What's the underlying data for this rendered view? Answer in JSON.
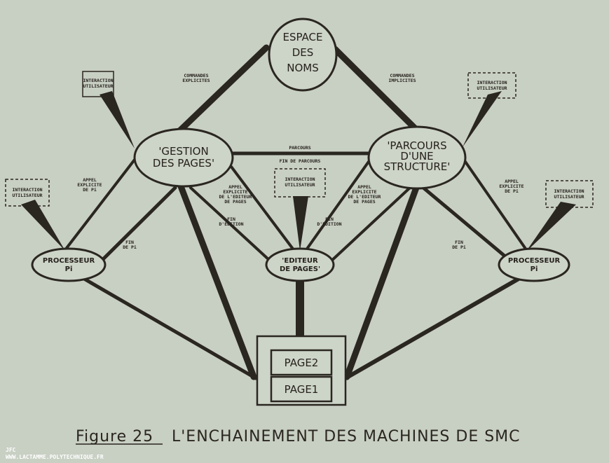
{
  "nodes": {
    "espace": [
      "ESPACE",
      "DES",
      "NOMS"
    ],
    "gestion": [
      "'GESTION",
      "DES PAGES'"
    ],
    "parcours": [
      "'PARCOURS",
      "D'UNE",
      "STRUCTURE'"
    ],
    "processeur_left": [
      "PROCESSEUR",
      "Pi"
    ],
    "editeur": [
      "'EDITEUR",
      "DE PAGES'"
    ],
    "processeur_right": [
      "PROCESSEUR",
      "Pi"
    ],
    "page2": "PAGE2",
    "page1": "PAGE1"
  },
  "interaction": [
    "INTERACTION",
    "UTILISATEUR"
  ],
  "labels": {
    "commandes_explicites": [
      "COMMANDES",
      "EXPLICITES"
    ],
    "commandes_implicites": [
      "COMMANDES",
      "IMPLICITES"
    ],
    "parcours": "PARCOURS",
    "fin_de_parcours": "FIN DE PARCOURS",
    "appel_pi": [
      "APPEL",
      "EXPLICITE",
      "DE Pi"
    ],
    "appel_editeur": [
      "APPEL",
      "EXPLICITE",
      "DE L'EDITEUR",
      "DE PAGES"
    ],
    "fin_edition": [
      "FIN",
      "D'EDITION"
    ],
    "fin_pi": [
      "FIN",
      "DE Pi"
    ]
  },
  "caption": {
    "figure": "Figure 25",
    "text": "L'ENCHAINEMENT DES MACHINES DE SMC"
  },
  "watermark": [
    "JFC",
    "WWW.LACTAMME.POLYTECHNIQUE.FR"
  ]
}
